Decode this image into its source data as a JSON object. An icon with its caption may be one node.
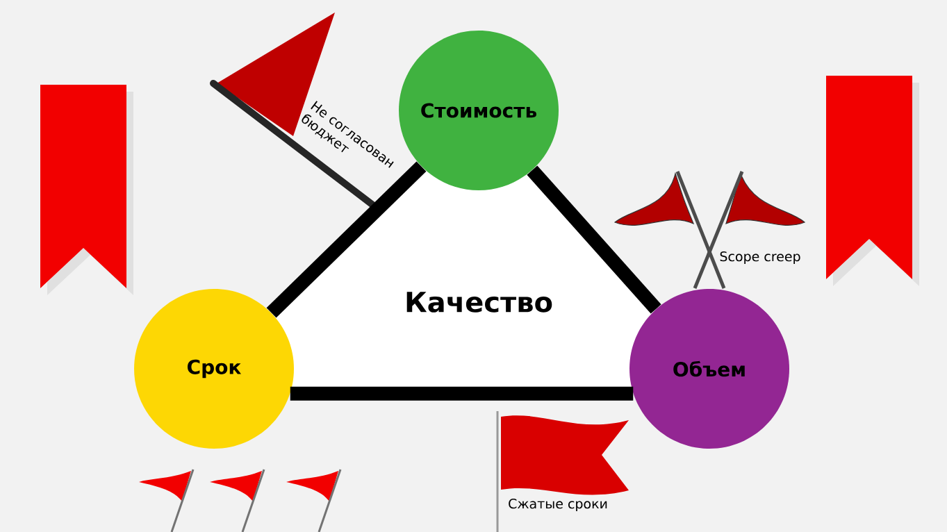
{
  "diagram": {
    "nodes": [
      {
        "text": [
          "Стоимость"
        ]
      },
      {
        "text": [
          "Качество"
        ]
      },
      {
        "text": [
          "Срок"
        ]
      },
      {
        "text": [
          "Объем"
        ]
      }
    ],
    "edges": [
      {
        "from": 0,
        "to": 2,
        "arrow": "none"
      },
      {
        "from": 0,
        "to": 3,
        "arrow": "none"
      },
      {
        "from": 2,
        "to": 3,
        "arrow": "none"
      }
    ],
    "labels": [
      "Не согласован бюджет",
      "Scope creep",
      "Сжатые сроки"
    ]
  }
}
